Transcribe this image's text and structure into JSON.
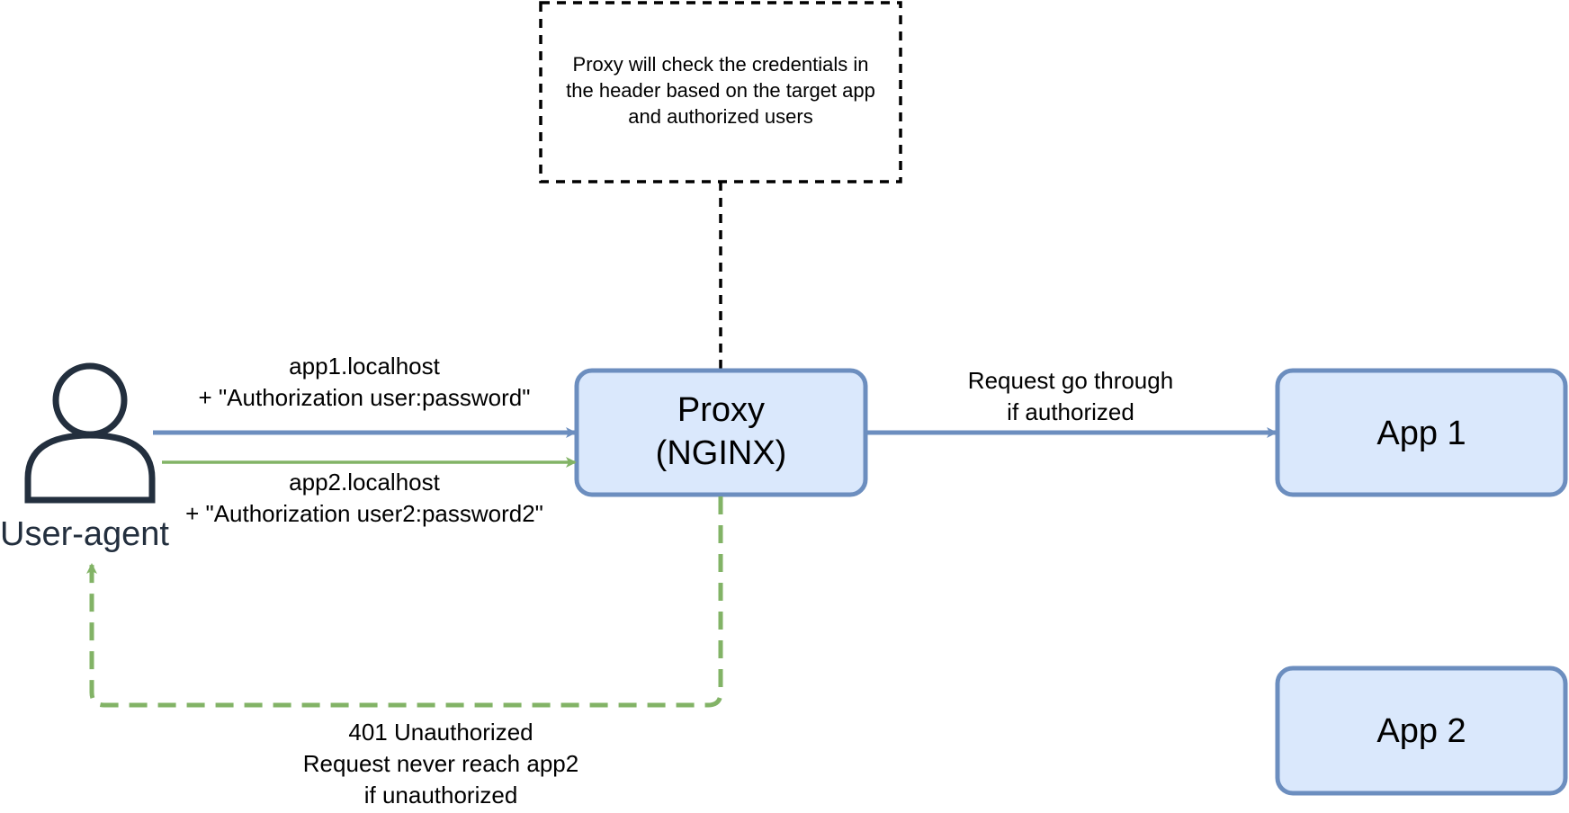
{
  "note": {
    "text": "Proxy will check the credentials in\nthe header based on the target app\nand authorized users"
  },
  "nodes": {
    "user": {
      "label": "User-agent"
    },
    "proxy": {
      "label": "Proxy\n(NGINX)"
    },
    "app1": {
      "label": "App 1"
    },
    "app2": {
      "label": "App 2"
    }
  },
  "edges": {
    "user_to_proxy_app1": {
      "label": "app1.localhost\n+ \"Authorization user:password\""
    },
    "user_to_proxy_app2": {
      "label": "app2.localhost\n+ \"Authorization user2:password2\""
    },
    "proxy_to_app1": {
      "label": "Request go through\nif authorized"
    },
    "proxy_to_user_401": {
      "label": "401 Unauthorized\nRequest never reach app2\nif unauthorized"
    }
  },
  "colors": {
    "blue_stroke": "#6c8ebf",
    "blue_fill": "#dae8fc",
    "green_stroke": "#82b366",
    "user_icon": "#232f3e",
    "note_border": "#000000"
  }
}
